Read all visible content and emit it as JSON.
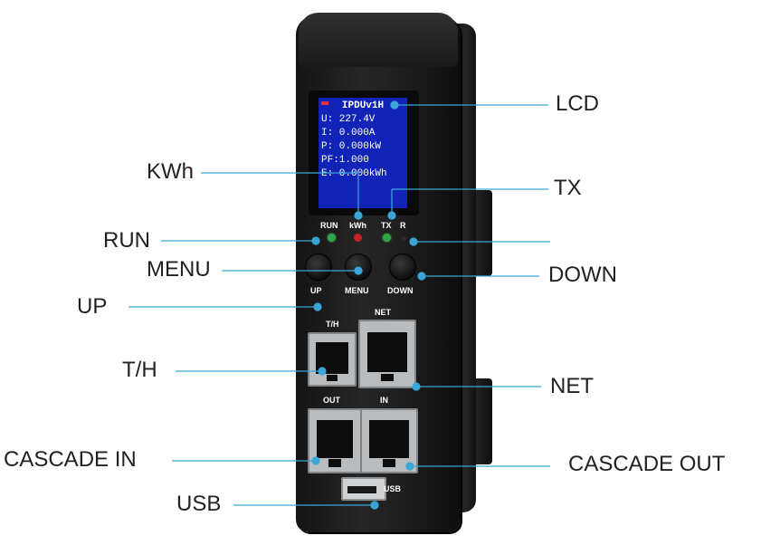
{
  "device": {
    "lcd": {
      "title": "IPDUv1H",
      "lines": [
        "U: 227.4V",
        "I: 0.000A",
        "P: 0.000kW",
        "PF:1.000",
        "E: 0.000kWh"
      ]
    },
    "panel_labels": {
      "run": "RUN",
      "kwh": "kWh",
      "tx": "TX",
      "r": "R",
      "up": "UP",
      "menu": "MENU",
      "down": "DOWN",
      "th": "T/H",
      "net": "NET",
      "out": "OUT",
      "in": "IN",
      "usb": "USB"
    }
  },
  "callouts": {
    "lcd": "LCD",
    "kwh": "KWh",
    "tx": "TX",
    "run": "RUN",
    "menu": "MENU",
    "down": "DOWN",
    "up": "UP",
    "th": "T/H",
    "net": "NET",
    "cascade_in": "CASCADE IN",
    "cascade_out": "CASCADE OUT",
    "usb": "USB"
  },
  "colors": {
    "leader_line": "#3aa6d8",
    "lcd_background": "#1224b8",
    "led_green": "#2ea84a",
    "led_red": "#c52525"
  }
}
